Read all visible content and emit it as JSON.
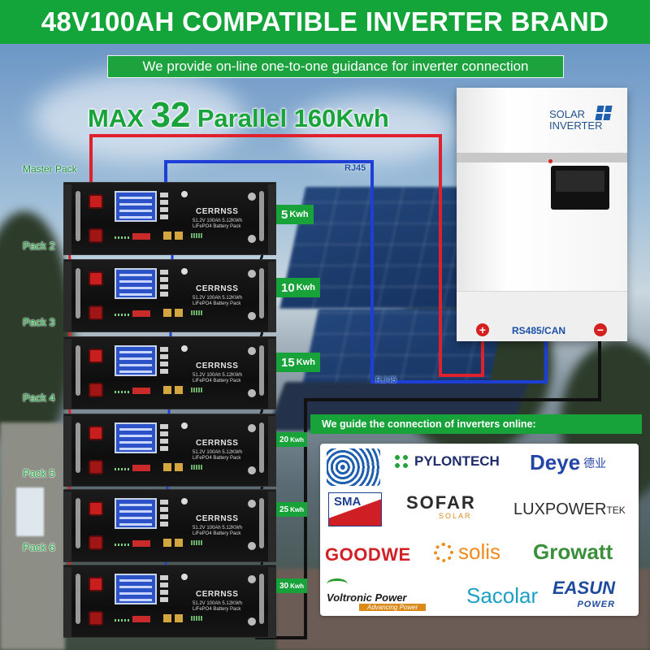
{
  "header": {
    "title": "48V100AH COMPATIBLE INVERTER BRAND",
    "subtitle": "We provide on-line one-to-one guidance for inverter connection"
  },
  "parallel": {
    "prefix": "MAX",
    "number": "32",
    "suffix": "Parallel 160Kwh"
  },
  "inverter": {
    "brand_line1": "SOLAR",
    "brand_line2": "INVERTER",
    "pos_terminal": "+",
    "neg_terminal": "−",
    "comm_label": "RS485/CAN"
  },
  "cable_labels": {
    "rj45_top": "RJ45",
    "rj45_bottom": "RJ45"
  },
  "pack_labels": {
    "master": "Master Pack",
    "items": [
      "Pack 2",
      "Pack 3",
      "Pack 4",
      "Pack 5",
      "Pack 6"
    ]
  },
  "battery": {
    "logo": "CERRNSS",
    "spec_line1": "51.2V 100Ah 5.12KWh",
    "spec_line2": "LiFePO4 Battery Pack"
  },
  "capacities": [
    {
      "value": "5",
      "unit": "Kwh"
    },
    {
      "value": "10",
      "unit": "Kwh"
    },
    {
      "value": "15",
      "unit": "Kwh"
    },
    {
      "value": "20",
      "unit": "Kwh"
    },
    {
      "value": "25",
      "unit": "Kwh"
    },
    {
      "value": "30",
      "unit": "Kwh"
    }
  ],
  "guide": {
    "text": "We guide the connection of inverters online:"
  },
  "brands": {
    "pylontech": "PYLONTECH",
    "deye": "Deye",
    "deye_cn": "德业",
    "sma": "SMA",
    "sofar": "SOFAR",
    "sofar_sub": "SOLAR",
    "luxpower": "LUXPOWER",
    "luxpower_sup": "TEK",
    "goodwe": "GOODWE",
    "solis": "solis",
    "growatt": "Growatt",
    "voltronic": "Voltronic Power",
    "voltronic_sub": "Advancing Power",
    "sacolar": "Sacolar",
    "easun": "EASUN",
    "easun_sub": "POWER"
  },
  "colors": {
    "brand_green": "#13a43a",
    "positive_cable": "#e0202a",
    "comm_cable": "#1d3fd6",
    "negative_cable": "#111111"
  }
}
